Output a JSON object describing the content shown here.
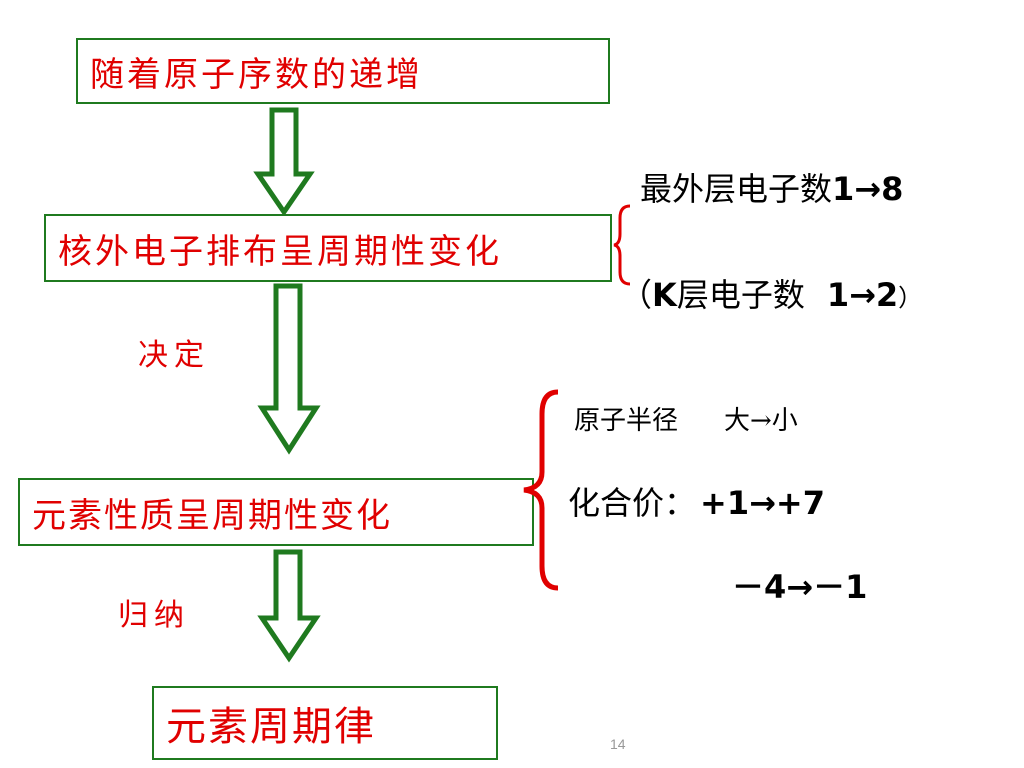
{
  "boxes": {
    "increase": "随着原子序数的递增",
    "electron_config": "核外电子排布呈周期性变化",
    "properties": "元素性质呈周期性变化",
    "periodic_law": "元素周期律"
  },
  "labels": {
    "determine": "决定",
    "induce": "归纳"
  },
  "electron_notes": {
    "outer_text": "最外层电子数",
    "outer_range": "1→8",
    "k_open": "（",
    "k_label": "K",
    "k_text": "层电子数",
    "k_range": "1→2",
    "k_close": "）"
  },
  "property_notes": {
    "radius_label": "原子半径",
    "radius_range": "大→小",
    "valence_label": "化合价：",
    "valence_pos": "+1→+7",
    "valence_neg": "－4→－1"
  },
  "page_number": "14",
  "colors": {
    "box_border": "#1f7a1f",
    "arrow": "#1f7a1f",
    "box_text": "#e00000",
    "brace": "#e00000"
  }
}
